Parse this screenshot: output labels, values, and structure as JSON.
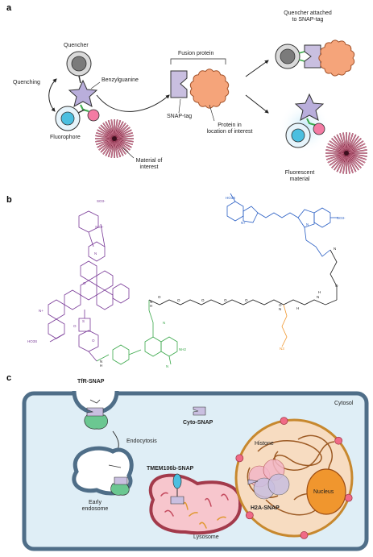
{
  "panels": [
    "a",
    "b",
    "c"
  ],
  "panel_a": {
    "quencher": "Quencher",
    "benzylguanine": "Benzylguanine",
    "quenching": "Quenching",
    "fluorophore": "Fluorophore",
    "fusion_protein": "Fusion protein",
    "snap_tag": "SNAP-tag",
    "protein_in_location": [
      "Protein in",
      "location of interest"
    ],
    "material_of_interest": [
      "Material of",
      "interest"
    ],
    "quencher_attached": [
      "Quencher attached",
      "to SNAP-tag"
    ],
    "fluorescent_material": [
      "Fluorescent",
      "material"
    ]
  },
  "panel_b": {
    "groups": [
      "SO3-",
      "SO3-",
      "N+",
      "HO3S",
      "N",
      "O",
      "S",
      "O",
      "O",
      "N",
      "H",
      "N",
      "O",
      "O",
      "O",
      "O",
      "O",
      "N",
      "H",
      "N",
      "NH2",
      "N",
      "N+",
      "N",
      "O",
      "N",
      "H",
      "H",
      "N",
      "O",
      "N3",
      "HO3S",
      "SO3-"
    ]
  },
  "panel_c": {
    "tfr_snap": "TfR-SNAP",
    "cytosol": "Cytosol",
    "cyto_snap": "Cyto-SNAP",
    "endocytosis": "Endocytosis",
    "early_endosome": [
      "Early",
      "endosome"
    ],
    "tmem_snap": "TMEM106b-SNAP",
    "lysosome": "Lysosome",
    "histone": "Histone",
    "h2a_snap": "H2A-SNAP",
    "nucleus": "Nucleus"
  },
  "colors": {
    "snap_tag": "#c9bfe0",
    "protein": "#f5a47a",
    "fluorophore": "#4bbfe0",
    "quencher": "#7b7b7b",
    "linker_green": "#3aa84a",
    "dye_purple": "#7a3b98",
    "dye_blue": "#2a5fc4",
    "azide_orange": "#f0962e",
    "cell_fill": "#dfeef6",
    "nucleus_fill": "#f7dcc1",
    "lysosome_fill": "#f7c6cd"
  }
}
